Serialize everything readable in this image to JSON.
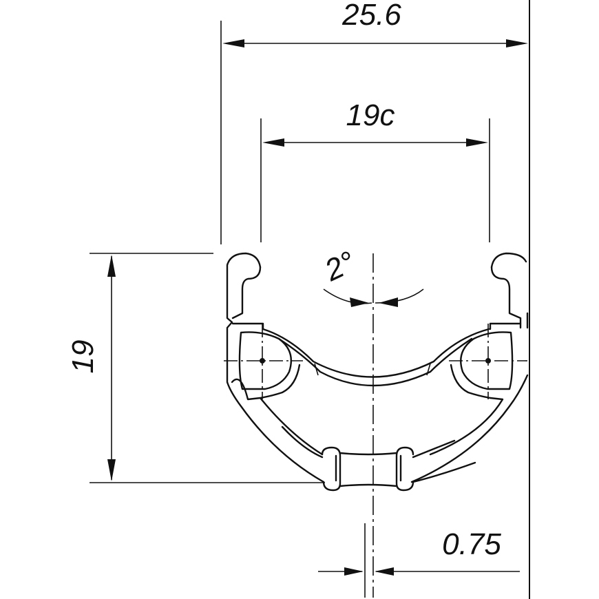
{
  "dimensions": {
    "overall_width": "25.6",
    "inner_width": "19c",
    "height": "19",
    "angle": "2°",
    "offset": "0.75"
  },
  "colors": {
    "ink": "#111111",
    "paper": "#ffffff"
  }
}
